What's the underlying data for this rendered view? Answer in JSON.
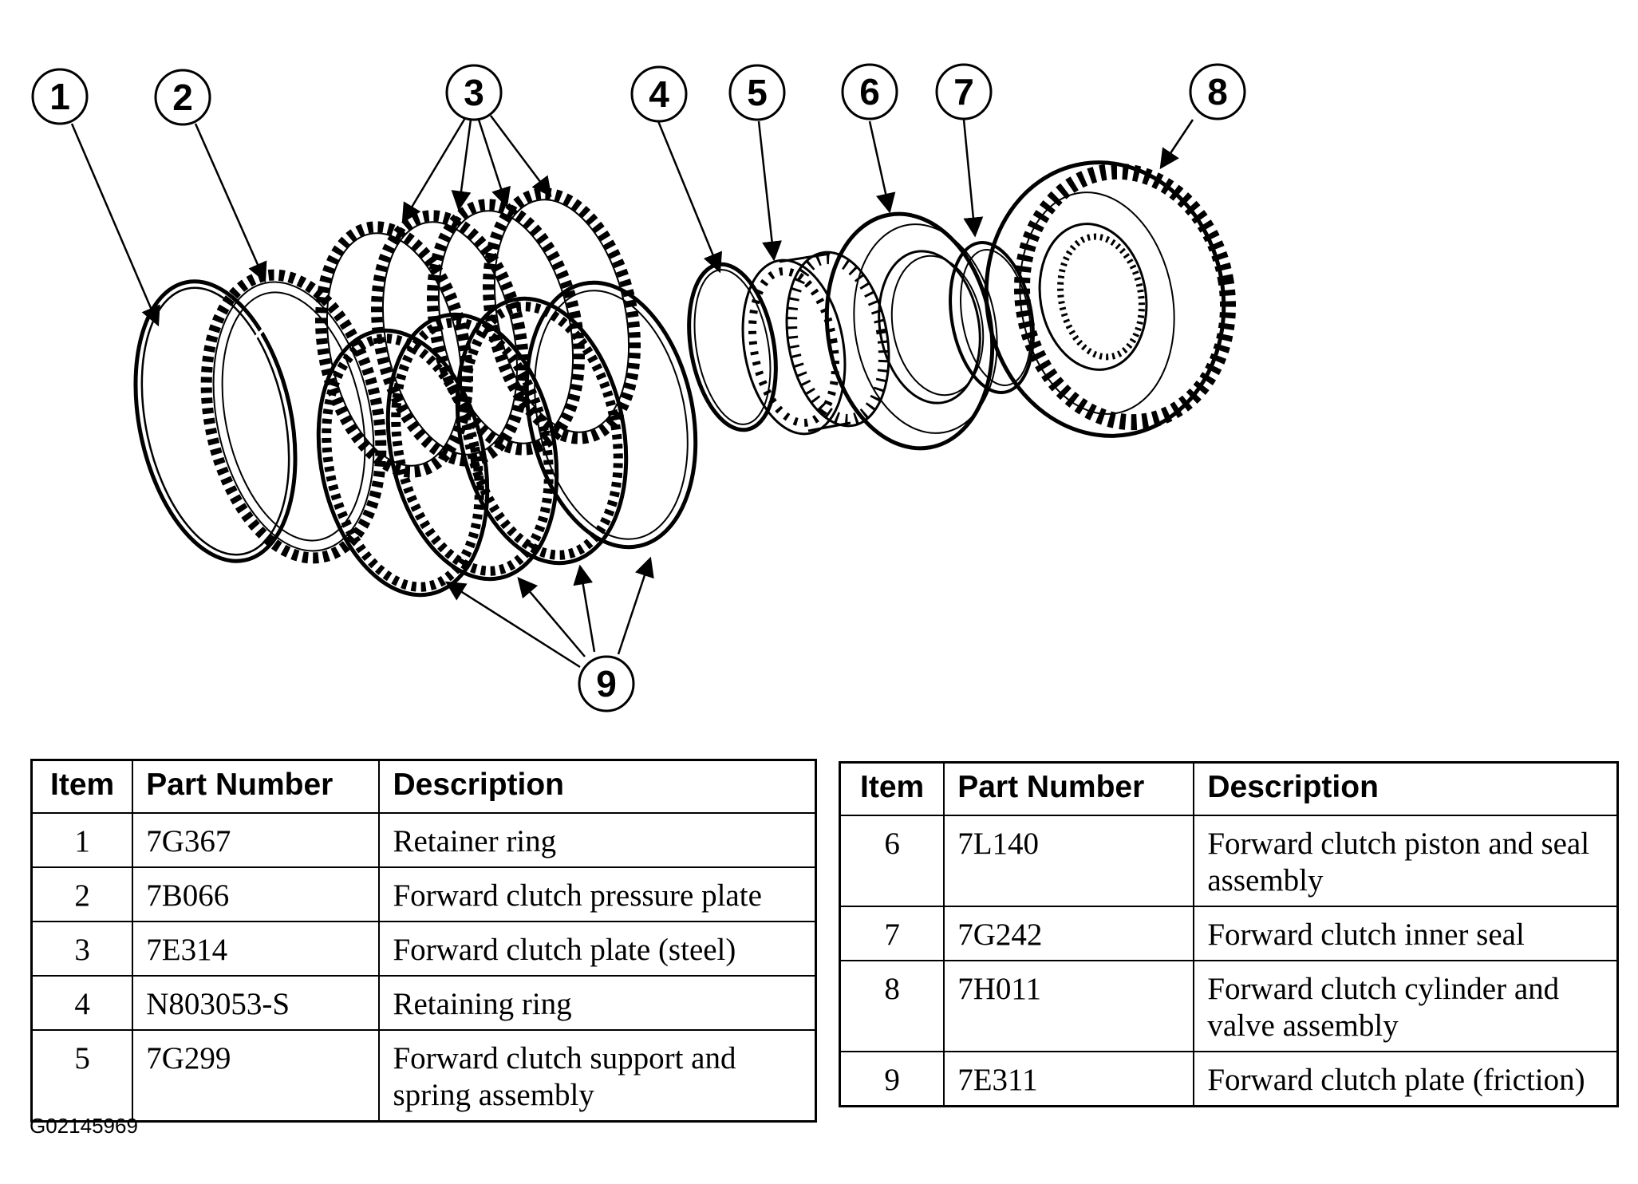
{
  "diagram": {
    "callouts": [
      "1",
      "2",
      "3",
      "4",
      "5",
      "6",
      "7",
      "8",
      "9"
    ]
  },
  "parts_table": {
    "headers": {
      "item": "Item",
      "part_number": "Part Number",
      "description": "Description"
    },
    "left_rows": [
      {
        "item": "1",
        "part_number": "7G367",
        "description": "Retainer ring"
      },
      {
        "item": "2",
        "part_number": "7B066",
        "description": "Forward clutch pressure plate"
      },
      {
        "item": "3",
        "part_number": "7E314",
        "description": "Forward clutch plate (steel)"
      },
      {
        "item": "4",
        "part_number": "N803053-S",
        "description": "Retaining ring"
      },
      {
        "item": "5",
        "part_number": "7G299",
        "description": "Forward clutch support and spring assembly"
      }
    ],
    "right_rows": [
      {
        "item": "6",
        "part_number": "7L140",
        "description": "Forward clutch piston and seal assembly"
      },
      {
        "item": "7",
        "part_number": "7G242",
        "description": "Forward clutch inner seal"
      },
      {
        "item": "8",
        "part_number": "7H011",
        "description": "Forward clutch cylinder and valve assembly"
      },
      {
        "item": "9",
        "part_number": "7E311",
        "description": "Forward clutch plate (friction)"
      }
    ]
  },
  "figure_id": "G02145969"
}
